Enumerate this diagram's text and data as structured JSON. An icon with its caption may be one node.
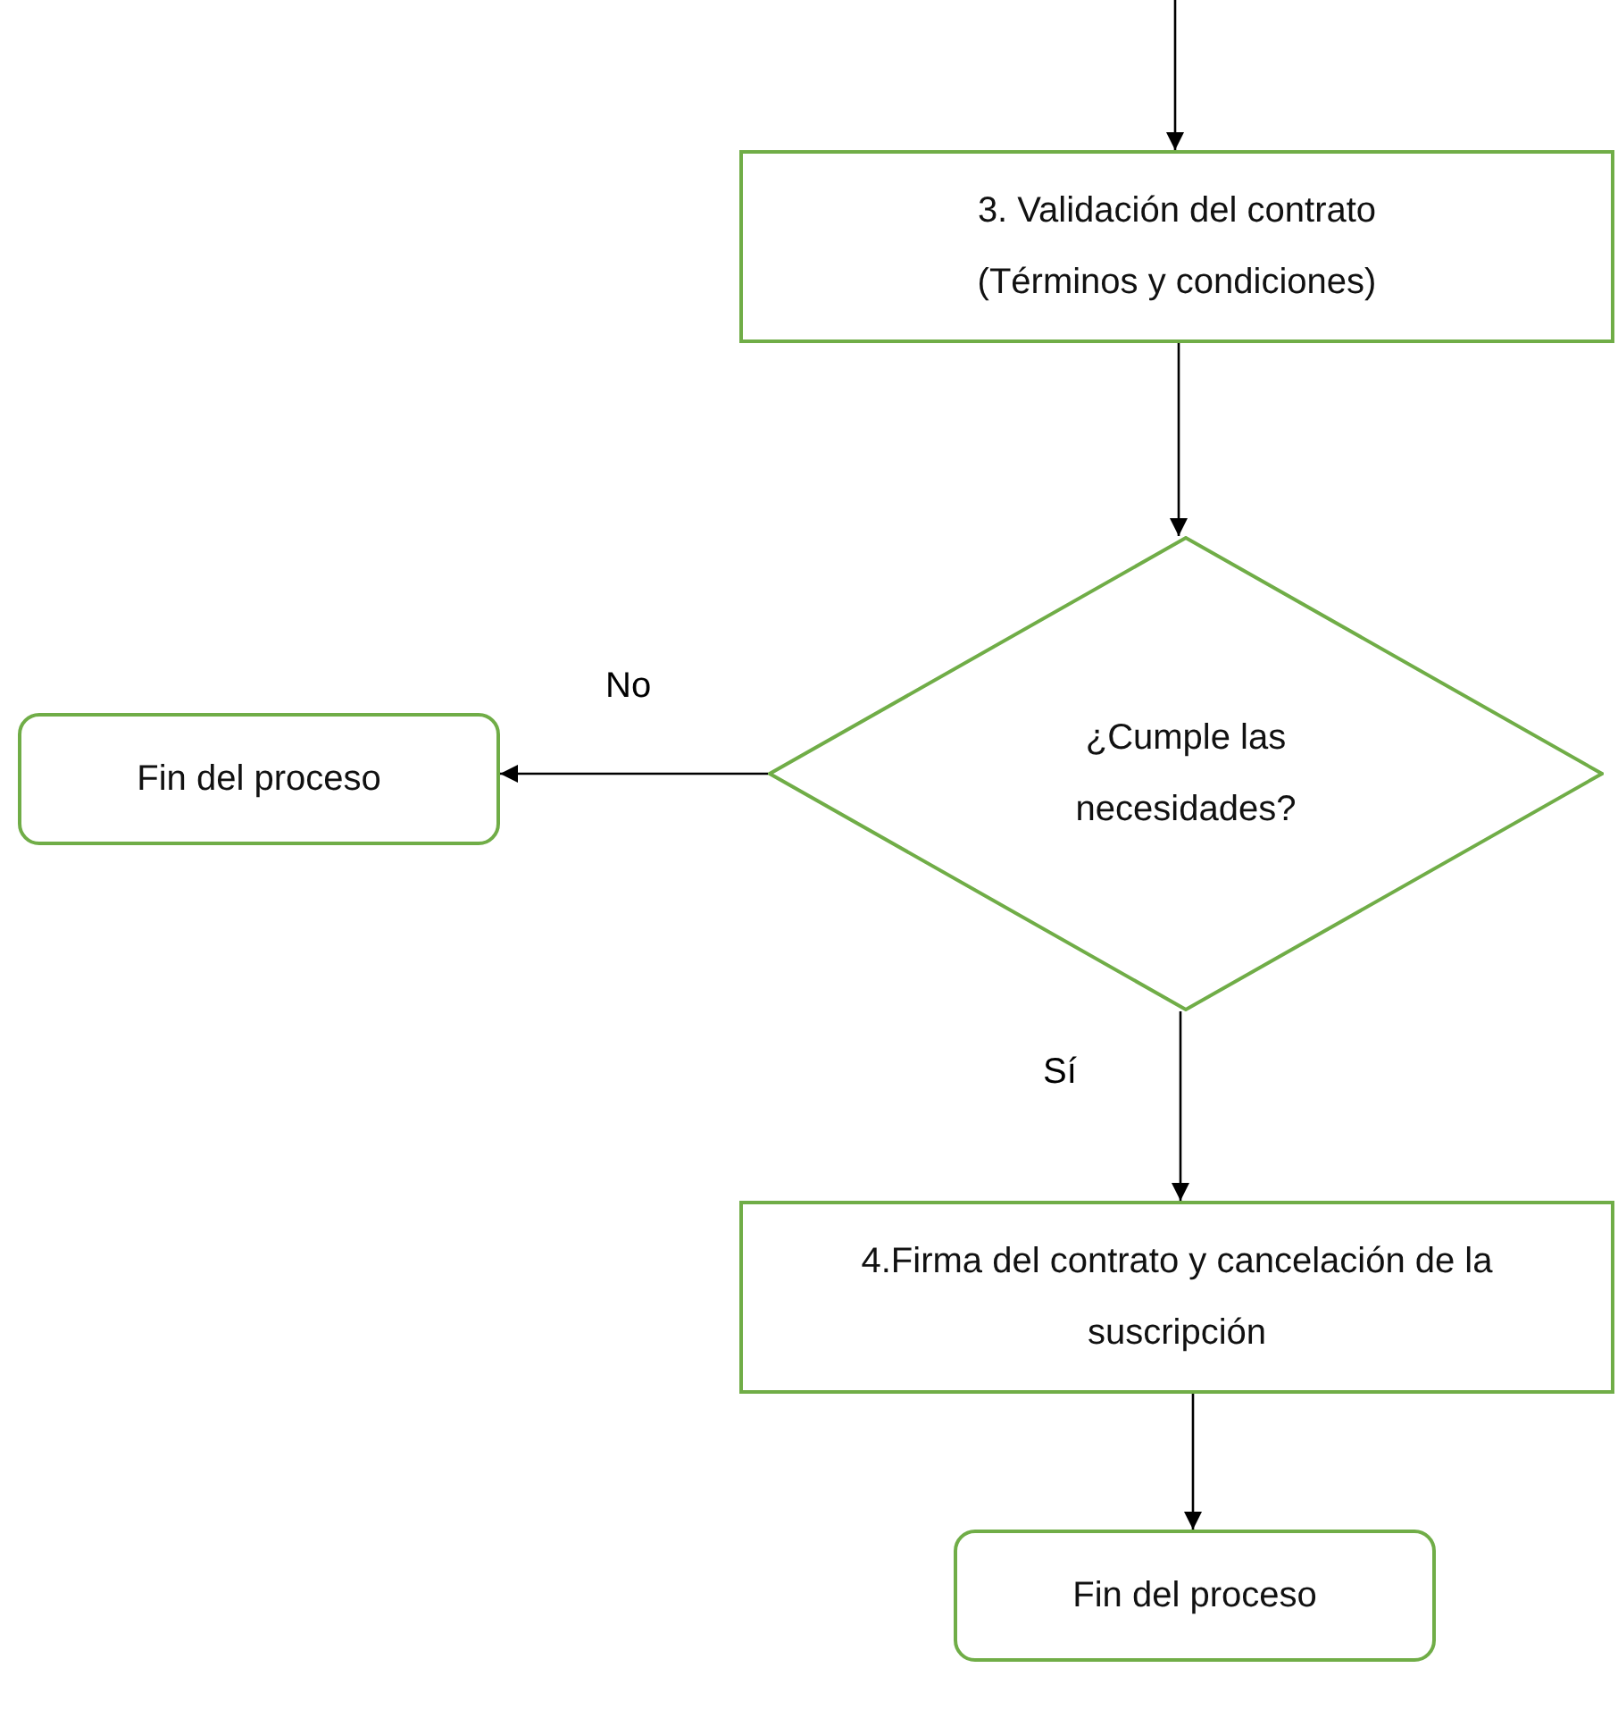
{
  "diagram": {
    "nodes": [
      {
        "text": [
          "3. Validación del contrato",
          "(Términos y condiciones)"
        ]
      },
      {
        "text": [
          "¿Cumple las necesidades?"
        ]
      },
      {
        "text": [
          "Fin del proceso"
        ]
      },
      {
        "text": [
          "4.Firma del contrato y cancelación de la suscripción"
        ]
      },
      {
        "text": [
          "Fin del proceso"
        ]
      }
    ],
    "edges": [
      {
        "from": null,
        "to": 0,
        "arrow": "to"
      },
      {
        "from": 0,
        "to": 1,
        "arrow": "to"
      },
      {
        "from": 1,
        "to": 2,
        "arrow": "to",
        "label": "No"
      },
      {
        "from": 1,
        "to": 3,
        "arrow": "to",
        "label": "Sí"
      },
      {
        "from": 3,
        "to": 4,
        "arrow": "to"
      }
    ]
  }
}
